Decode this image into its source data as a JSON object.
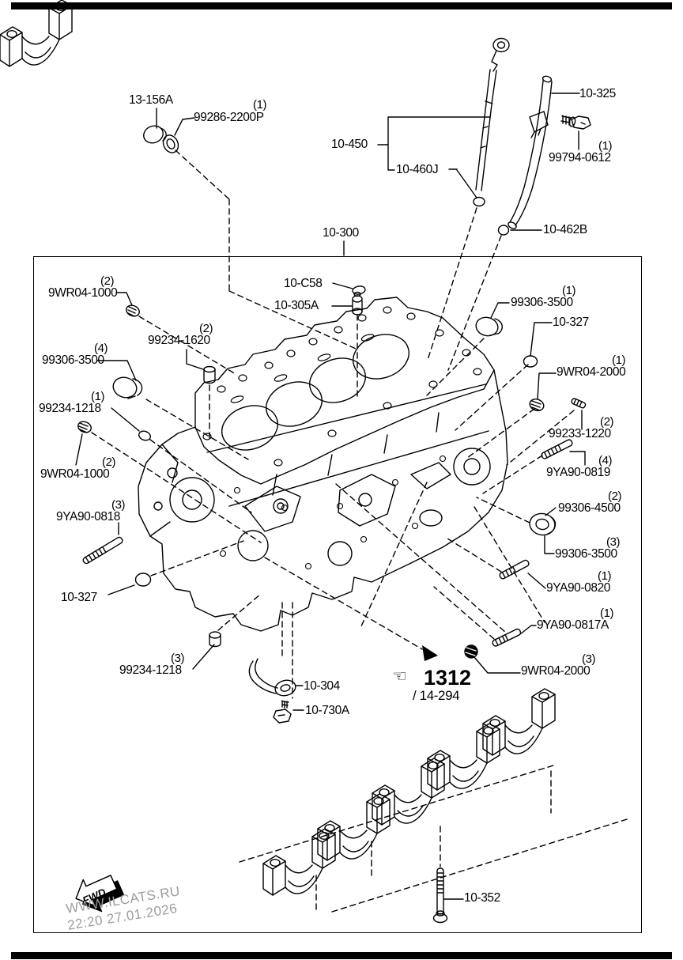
{
  "frame": {
    "fwd": "FWD",
    "hand_icon": "☜",
    "watermark_line1": "WWW.ILCATS.RU",
    "watermark_line2": "22:20 27.01.2026"
  },
  "labels": [
    {
      "text": "13-156A"
    },
    {
      "text": "99286-2200P",
      "qty": "(1)"
    },
    {
      "text": "10-450"
    },
    {
      "text": "10-460J"
    },
    {
      "text": "10-325"
    },
    {
      "text": "99794-0612",
      "qty": "(1)"
    },
    {
      "text": "10-462B"
    },
    {
      "text": "10-300"
    },
    {
      "text": "10-C58"
    },
    {
      "text": "10-305A"
    },
    {
      "text": "9WR04-1000",
      "qty": "(2)"
    },
    {
      "text": "99306-3500",
      "qty": "(4)"
    },
    {
      "text": "99234-1620",
      "qty": "(2)"
    },
    {
      "text": "99234-1218",
      "qty": "(1)"
    },
    {
      "text": "9WR04-1000",
      "qty": "(2)"
    },
    {
      "text": "9YA90-0818",
      "qty": "(3)"
    },
    {
      "text": "10-327"
    },
    {
      "text": "99234-1218",
      "qty": "(3)"
    },
    {
      "text": "10-304"
    },
    {
      "text": "10-730A"
    },
    {
      "text": "99306-3500",
      "qty": "(1)"
    },
    {
      "text": "10-327"
    },
    {
      "text": "9WR04-2000",
      "qty": "(1)"
    },
    {
      "text": "99233-1220",
      "qty": "(2)"
    },
    {
      "text": "9YA90-0819",
      "qty": "(4)"
    },
    {
      "text": "99306-4500",
      "qty": "(2)"
    },
    {
      "text": "99306-3500",
      "qty": "(3)"
    },
    {
      "text": "9YA90-0820",
      "qty": "(1)"
    },
    {
      "text": "9YA90-0817A",
      "qty": "(1)"
    },
    {
      "text": "9WR04-2000",
      "qty": "(3)"
    },
    {
      "text": "1312"
    },
    {
      "text": "/ 14-294"
    },
    {
      "text": "10-352"
    }
  ]
}
